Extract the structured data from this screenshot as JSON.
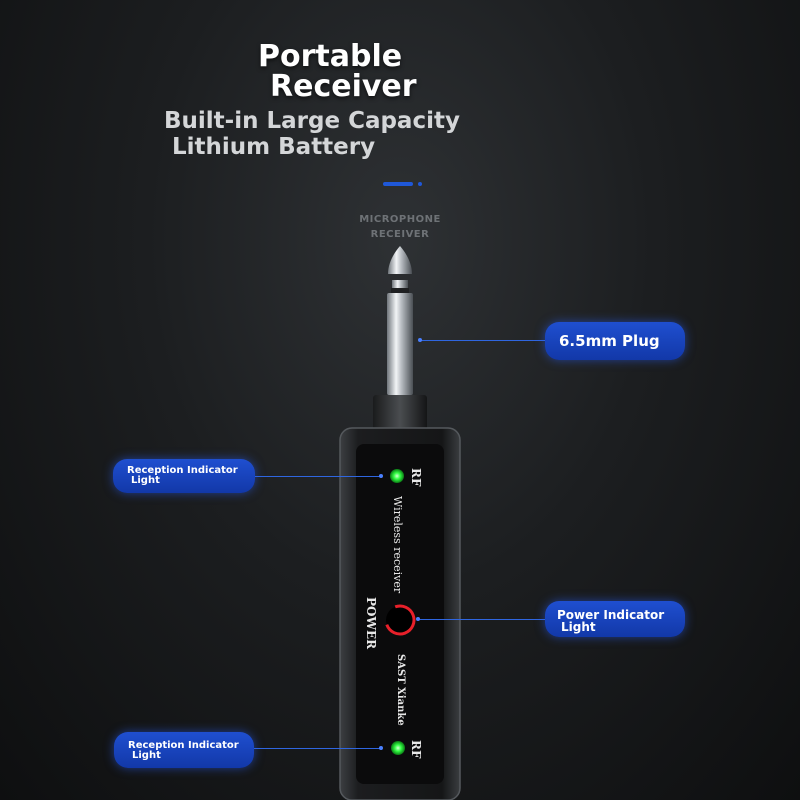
{
  "headline": {
    "line1": "Portable",
    "line2": "Receiver"
  },
  "subheadline": {
    "line1": "Built-in Large Capacity",
    "line2": "Lithium Battery"
  },
  "device_caption": {
    "line1": "MICROPHONE",
    "line2": "RECEIVER"
  },
  "device_labels": {
    "rf_top": "RF",
    "rf_bottom": "RF",
    "wireless": "Wireless receiver",
    "power": "POWER",
    "brand": "SAST Xianke"
  },
  "callouts": {
    "plug": "6.5mm Plug",
    "reception_top": {
      "line1": "Reception Indicator",
      "line2": "Light"
    },
    "reception_bottom": {
      "line1": "Reception Indicator",
      "line2": "Light"
    },
    "power": {
      "line1": "Power Indicator",
      "line2": "Light"
    }
  },
  "colors": {
    "callout_blue": "#1f4fd0",
    "led_green": "#33ff44",
    "power_ring_red": "#e8202a"
  }
}
